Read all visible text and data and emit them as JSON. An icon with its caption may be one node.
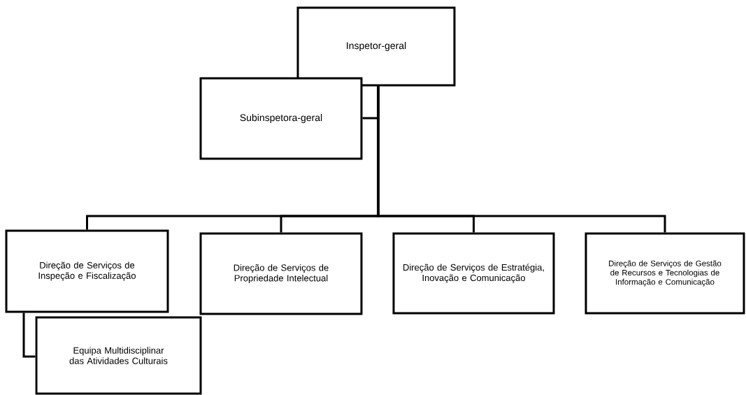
{
  "diagram": {
    "nodes": [
      {
        "text": [
          "Inspetor-geral"
        ]
      },
      {
        "text": [
          "Subinspetora-geral"
        ]
      },
      {
        "text": [
          "Direção de Serviços de Inspeção e Fiscalização"
        ]
      },
      {
        "text": [
          "Direção de Serviços de Propriedade Intelectual"
        ]
      },
      {
        "text": [
          "Direção de Serviços de Estratégia, Inovação e Comunicação"
        ]
      },
      {
        "text": [
          "Direção de Serviços de Gestão de Recursos e Tecnologias de Informação e Comunicação"
        ]
      },
      {
        "text": [
          "Equipa Multidisciplinar das Atividades Culturais"
        ]
      }
    ],
    "edges": [
      {
        "from": 0,
        "to": 1,
        "arrow": "none"
      },
      {
        "from": 0,
        "to": 2,
        "arrow": "none"
      },
      {
        "from": 0,
        "to": 3,
        "arrow": "none"
      },
      {
        "from": 0,
        "to": 4,
        "arrow": "none"
      },
      {
        "from": 0,
        "to": 5,
        "arrow": "none"
      },
      {
        "from": 2,
        "to": 6,
        "arrow": "none"
      }
    ]
  }
}
